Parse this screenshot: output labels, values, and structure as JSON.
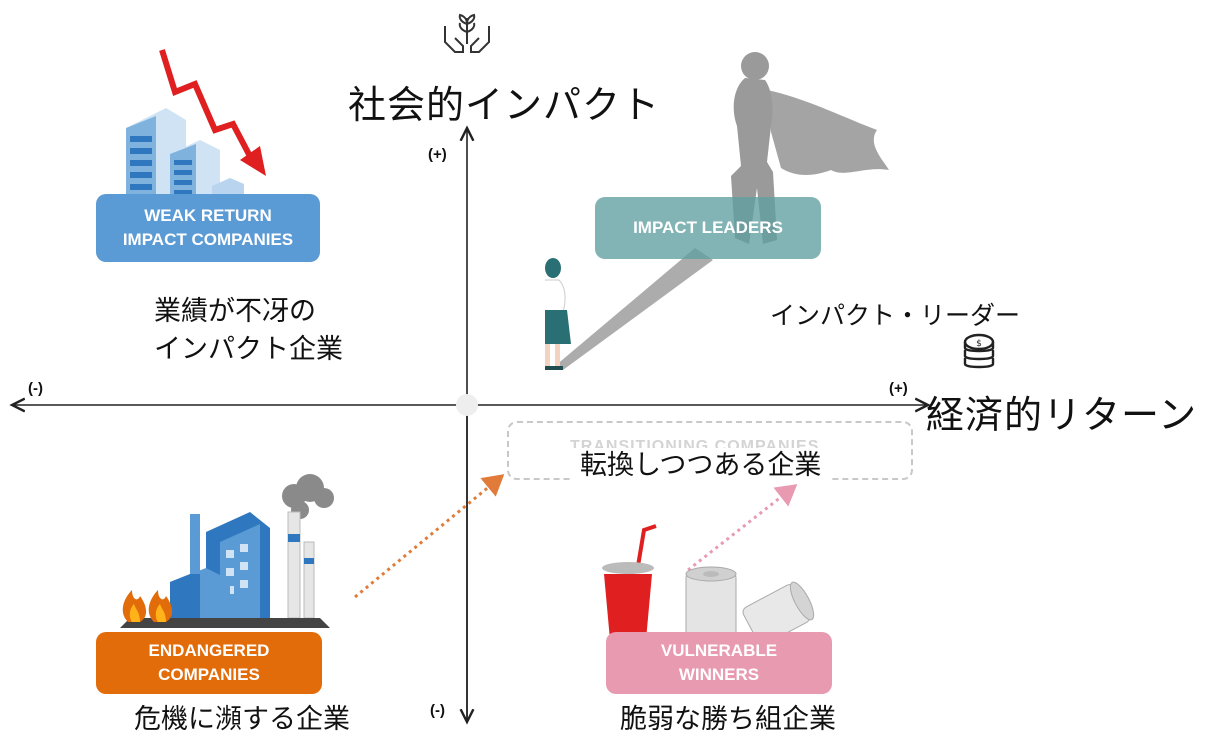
{
  "axes": {
    "y_title": "社会的インパクト",
    "x_title": "経済的リターン",
    "y_plus": "(+)",
    "y_minus": "(-)",
    "x_plus": "(+)",
    "x_minus": "(-)"
  },
  "quadrants": {
    "top_left": {
      "badge": "WEAK RETURN\nIMPACT COMPANIES",
      "label_line1": "業績が不冴の",
      "label_line2": "インパクト企業",
      "color": "#5b9bd5"
    },
    "top_right": {
      "badge": "IMPACT LEADERS",
      "label": "インパクト・リーダー",
      "color": "#5f9ea0"
    },
    "middle": {
      "badge": "TRANSITIONING COMPANIES",
      "label": "転換しつつある企業"
    },
    "bottom_left": {
      "badge": "ENDANGERED\nCOMPANIES",
      "label": "危機に瀕する企業",
      "color": "#e36c0a"
    },
    "bottom_right": {
      "badge": "VULNERABLE\nWINNERS",
      "label": "脆弱な勝ち組企業",
      "color": "#e89ab0"
    }
  },
  "icons": [
    "hands-plant-icon",
    "coins-icon",
    "falling-arrow-icon",
    "office-buildings-icon",
    "superhero-woman-icon",
    "businesswoman-icon",
    "factory-icon",
    "fire-icon",
    "soda-cup-icon",
    "cans-icon"
  ]
}
